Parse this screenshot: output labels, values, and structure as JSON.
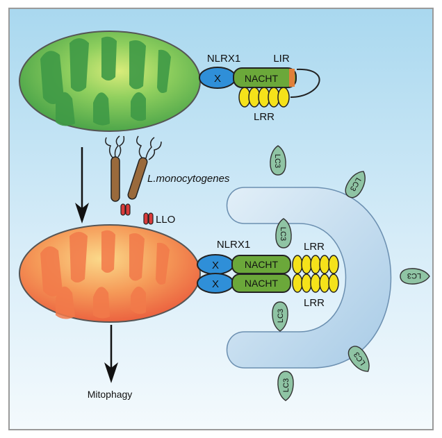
{
  "labels": {
    "nlrx1_top": "NLRX1",
    "lir": "LIR",
    "lrr_top": "LRR",
    "x_top": "X",
    "nacht_top": "NACHT",
    "bacteria": "L.monocytogenes",
    "llo": "LLO",
    "nlrx1_bottom": "NLRX1",
    "x_bottom_1": "X",
    "x_bottom_2": "X",
    "nacht_bottom_1": "NACHT",
    "nacht_bottom_2": "NACHT",
    "lrr_bottom_1": "LRR",
    "lrr_bottom_2": "LRR",
    "mitophagy": "Mitophagy"
  },
  "lc3_markers": [
    "LC3",
    "LC3",
    "LC3",
    "LC3",
    "LC3",
    "LC3",
    "LC3"
  ],
  "colors": {
    "frame_border": "#9a9a9a",
    "bg_top": "#a9d8ef",
    "bg_bottom": "#f3f9fd",
    "healthy_mito": "#3fa84a",
    "damaged_mito": "#ef5a3c",
    "x_domain": "#2f8fd8",
    "nacht_domain": "#6ba83a",
    "lir_motif": "#e0803a",
    "lrr_domain": "#f5e21a",
    "lc3": "#8fc4a4",
    "phagophore": "#c3dcef",
    "bacterium": "#9a6a3c",
    "llo": "#d83a3a"
  }
}
